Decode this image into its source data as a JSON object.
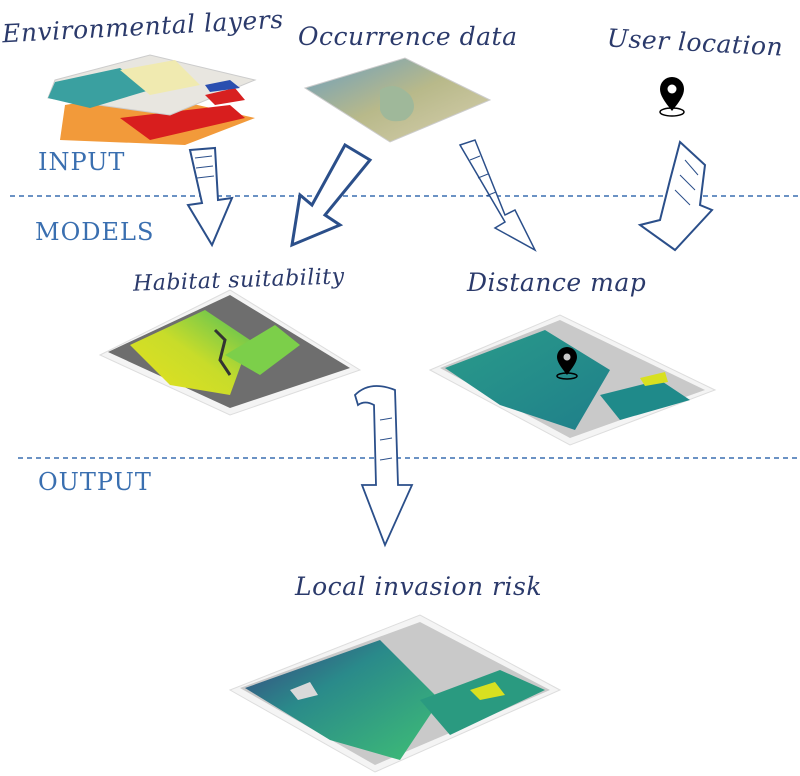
{
  "inputs": {
    "environmental_layers": "Environmental layers",
    "occurrence_data": "Occurrence data",
    "user_location": "User location"
  },
  "stages": {
    "input": "INPUT",
    "models": "MODELS",
    "output": "OUTPUT"
  },
  "models": {
    "habitat_suitability": "Habitat suitability",
    "distance_map": "Distance map"
  },
  "output": {
    "local_invasion_risk": "Local invasion risk"
  },
  "colors": {
    "stage_label": "#3a6fb0",
    "title": "#2b3a6b",
    "dashed_line": "#3a6fb0",
    "viridis_dark": "#3b2f6b",
    "viridis_mid": "#21908c",
    "viridis_light": "#fde725"
  },
  "icons": [
    "location-pin-icon",
    "arrow-down-icon"
  ]
}
